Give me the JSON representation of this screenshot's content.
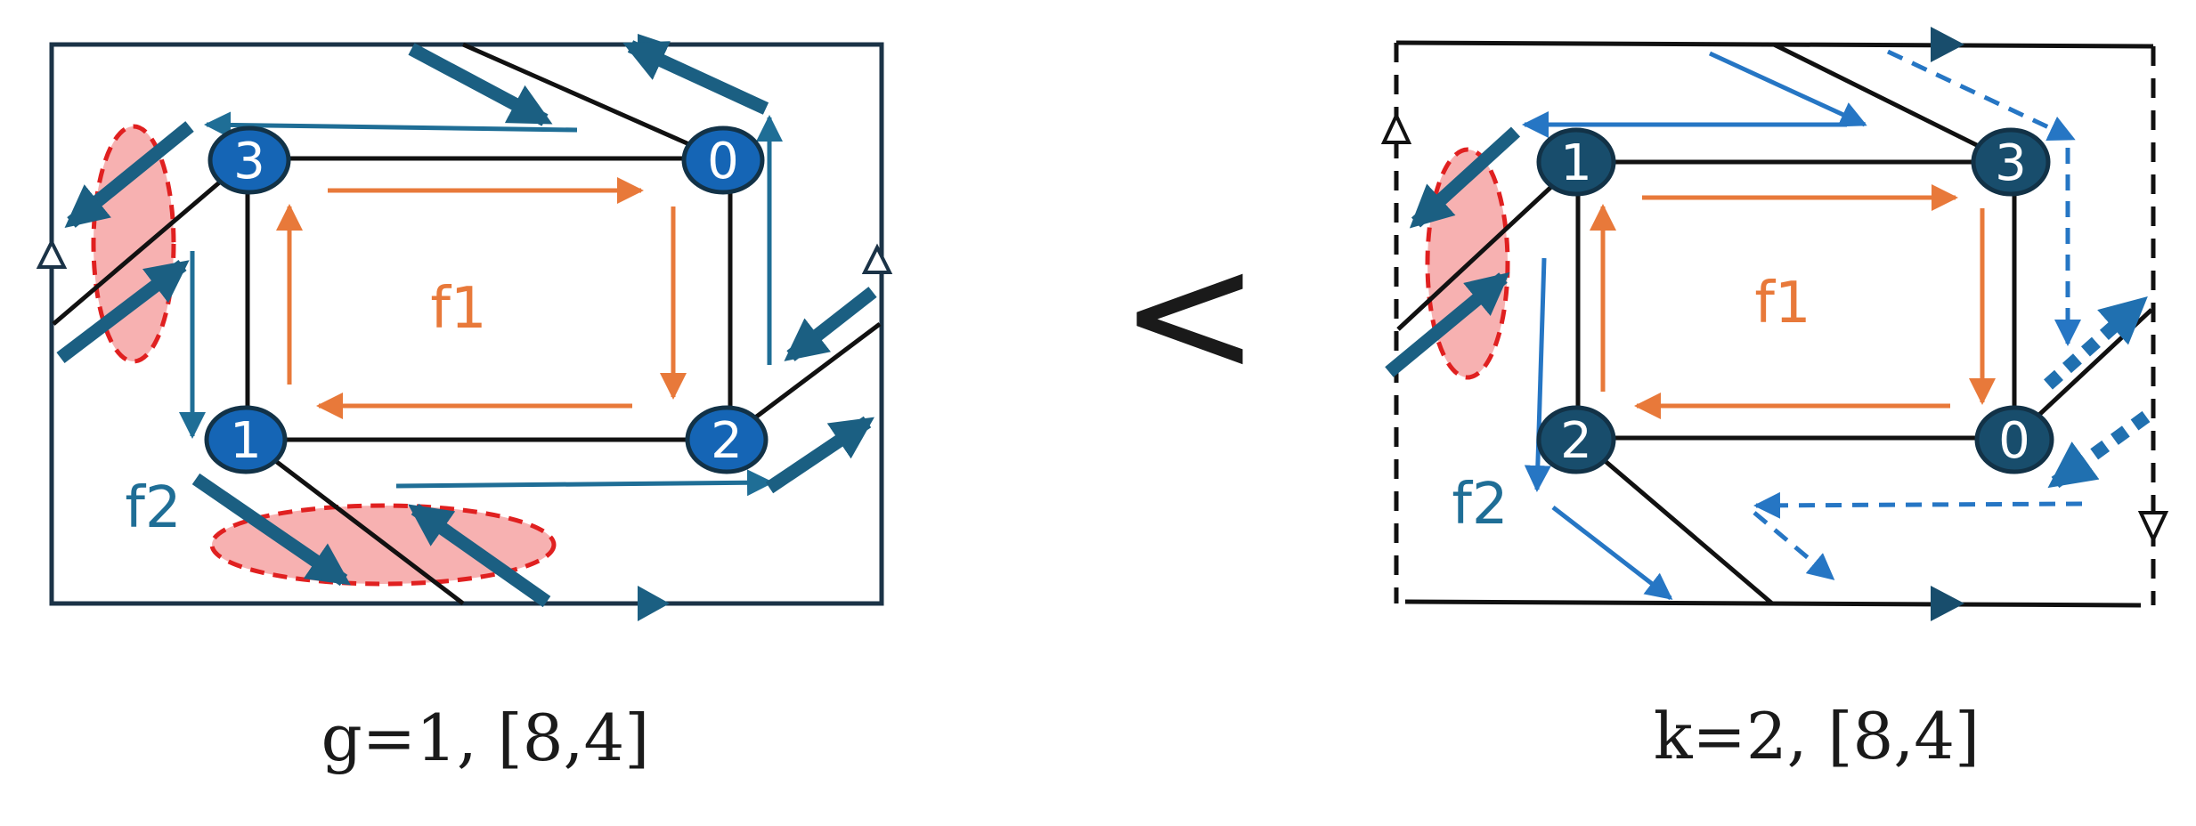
{
  "colors": {
    "frame": "#1b3347",
    "edge": "#111111",
    "node_left": "#1565b5",
    "node_right": "#184d6c",
    "node_stroke": "#123247",
    "orange": "#e8793a",
    "thick_arrow": "#1b5f82",
    "thin_arrow": "#1f6e96",
    "blue_arrow": "#2676c4",
    "ellipse_fill": "#f6a3a3",
    "ellipse_stroke": "#e02020"
  },
  "left": {
    "nodes": [
      {
        "id": "node-3",
        "label": "3"
      },
      {
        "id": "node-0",
        "label": "0"
      },
      {
        "id": "node-1",
        "label": "1"
      },
      {
        "id": "node-2",
        "label": "2"
      }
    ],
    "face_labels": {
      "f1": "f1",
      "f2": "f2"
    },
    "caption": "g=1, [8,4]"
  },
  "comparator": "<",
  "right": {
    "nodes": [
      {
        "id": "node-1",
        "label": "1"
      },
      {
        "id": "node-3",
        "label": "3"
      },
      {
        "id": "node-2",
        "label": "2"
      },
      {
        "id": "node-0",
        "label": "0"
      }
    ],
    "face_labels": {
      "f1": "f1",
      "f2": "f2"
    },
    "caption": "k=2, [8,4]"
  }
}
